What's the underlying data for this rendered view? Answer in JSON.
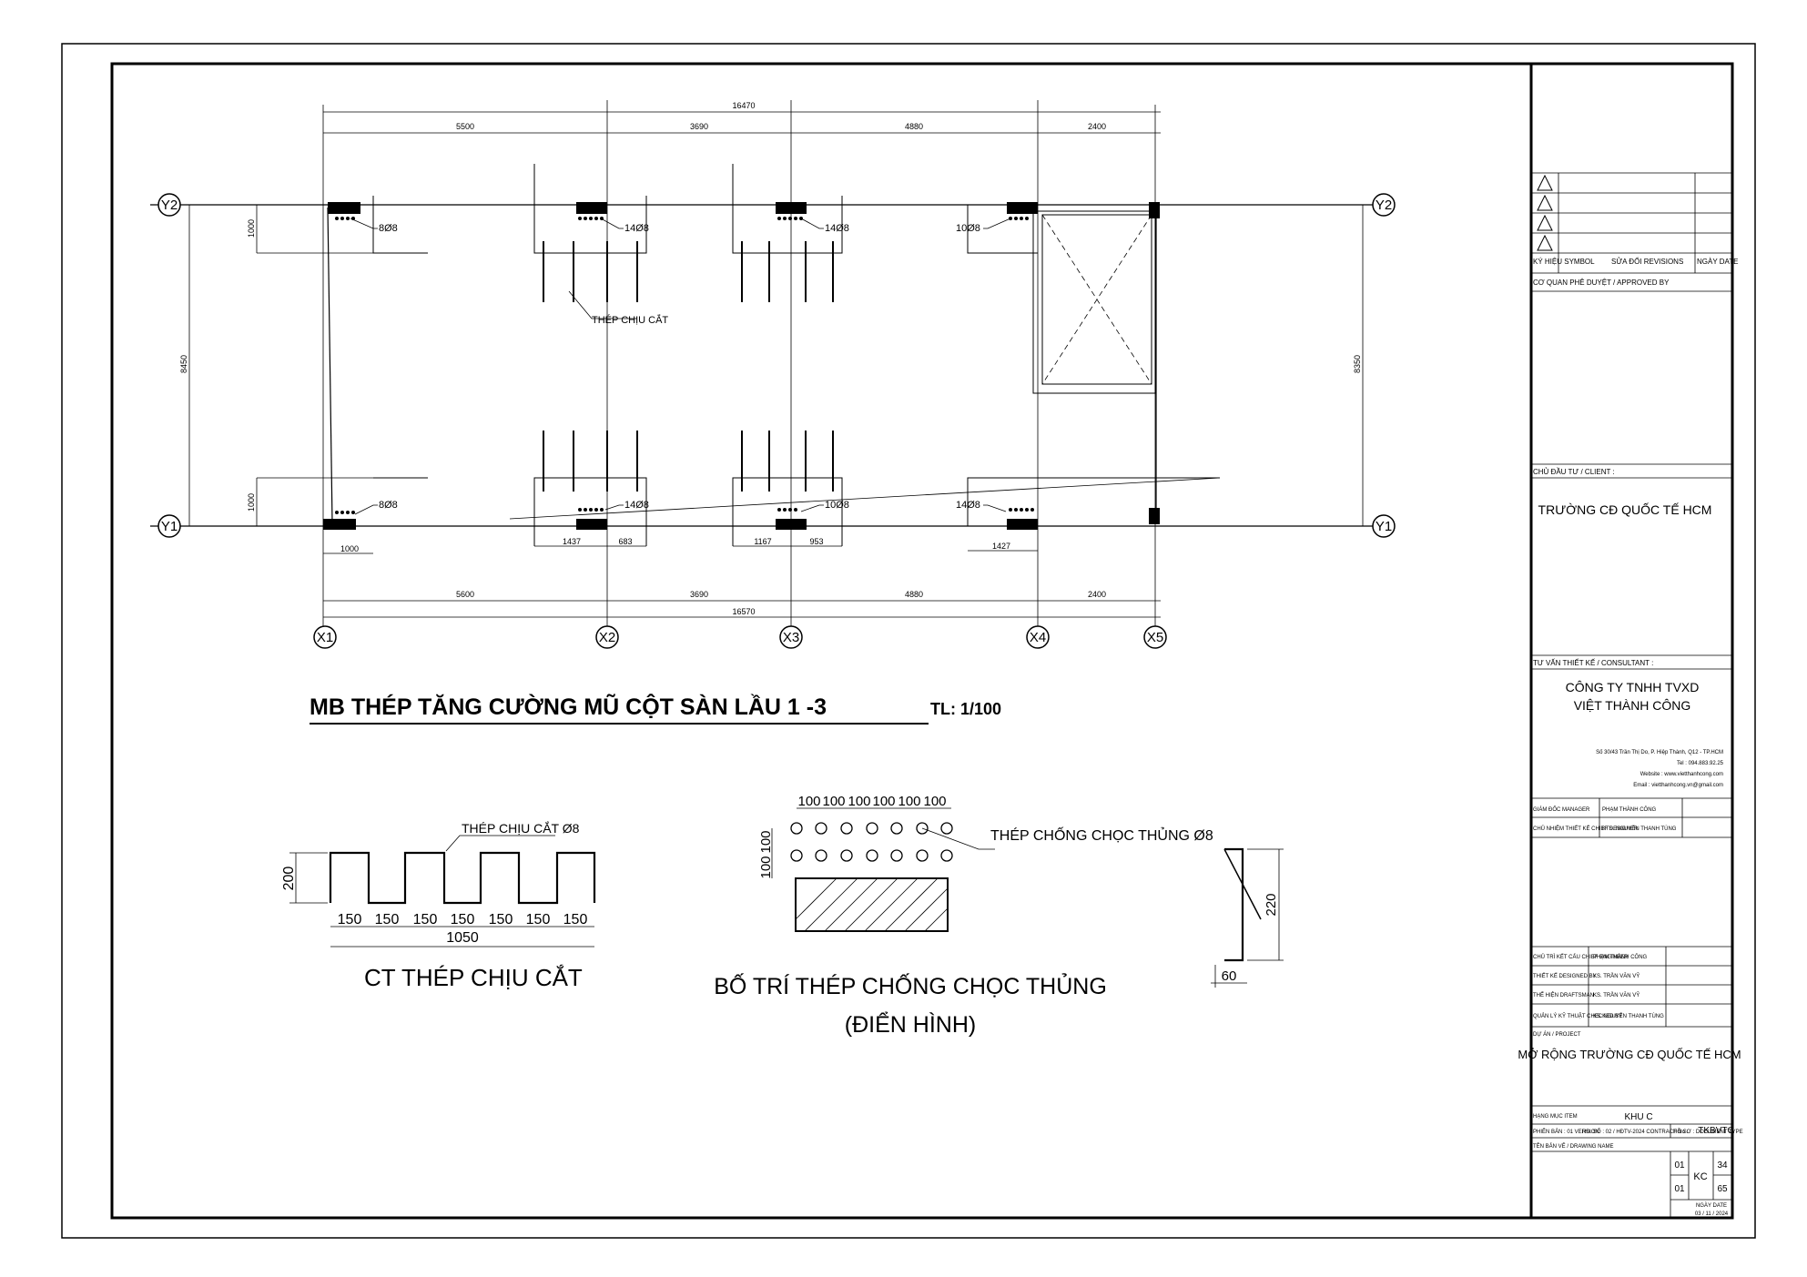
{
  "plan": {
    "title": "MB THÉP TĂNG CƯỜNG MŨ CỘT SÀN LẦU 1 -3",
    "scale": "TL: 1/100",
    "top_total": "16470",
    "top_spans": [
      "5500",
      "3690",
      "4880",
      "2400"
    ],
    "bottom_total": "16570",
    "bottom_spans": [
      "5600",
      "3690",
      "4880",
      "2400"
    ],
    "left_dim": "8450",
    "right_dim": "8350",
    "cap_dims": [
      "1000",
      "1000"
    ],
    "x_axes": [
      "X1",
      "X2",
      "X3",
      "X4",
      "X5"
    ],
    "y_axes": [
      "Y2",
      "Y1"
    ],
    "rebar_top": [
      "8Ø8",
      "14Ø8",
      "14Ø8",
      "10Ø8"
    ],
    "rebar_bottom": [
      "8Ø8",
      "14Ø8",
      "10Ø8",
      "14Ø8"
    ],
    "cap_widths": [
      "1000",
      "1437",
      "683",
      "1167",
      "953",
      "1427"
    ],
    "shear_label": "THÉP CHỊU CẮT"
  },
  "shear_detail": {
    "title": "CT THÉP CHỊU CẮT",
    "label": "THÉP CHỊU CẮT Ø8",
    "height": "200",
    "segments": [
      "150",
      "150",
      "150",
      "150",
      "150",
      "150",
      "150"
    ],
    "total": "1050"
  },
  "punch_detail": {
    "title": "BỐ TRÍ THÉP CHỐNG CHỌC THỦNG",
    "subtitle": "(ĐIỂN HÌNH)",
    "label": "THÉP CHỐNG CHỌC THỦNG Ø8",
    "spacings": [
      "100",
      "100",
      "100",
      "100",
      "100",
      "100"
    ],
    "vspacings": [
      "100",
      "100"
    ],
    "height": "220",
    "width": "60"
  },
  "title_block": {
    "rev_symbol": "KÝ HIỆU SYMBOL",
    "rev_revision": "SỬA ĐỔI REVISIONS",
    "rev_date": "NGÀY DATE",
    "approved_by": "CƠ QUAN PHÊ DUYỆT / APPROVED BY",
    "client_label": "CHỦ ĐẦU TƯ / CLIENT :",
    "client_name": "TRƯỜNG CĐ QUỐC TẾ HCM",
    "consultant_label": "TƯ VẤN THIẾT KẾ / CONSULTANT :",
    "consultant_name1": "CÔNG TY TNHH TVXD",
    "consultant_name2": "VIỆT THÀNH CÔNG",
    "addr1": "Số 30/43 Trần Thị Do, P. Hiệp Thành, Q12 - TP.HCM",
    "addr2": "Tel : 094.883.92.25",
    "addr3": "Website : www.vietthanhcong.com",
    "addr4": "Email : vietthanhcong.vn@gmail.com",
    "manager_label": "GIÁM ĐỐC MANAGER",
    "manager_name": "PHẠM THÀNH CÔNG",
    "chief_designer_label": "CHỦ NHIỆM THIẾT KẾ CHIEF DESIGNER",
    "chief_designer_name": "KTS. NGUYỄN THANH TÙNG",
    "chief_engineer_label": "CHỦ TRÌ KẾT CẤU CHIEF ENGINEER",
    "chief_engineer_name": "PHẠM THÀNH CÔNG",
    "designed_label": "THIẾT KẾ DESIGNED BY",
    "designed_name": "KS. TRẦN VĂN VỸ",
    "drawn_label": "THỂ HIỆN DRAFTSMAN",
    "drawn_name": "KS. TRẦN VĂN VỸ",
    "checked_label": "QUẢN LÝ KỸ THUẬT CHECKED BY",
    "checked_name": "KS. NGUYỄN THANH TÙNG",
    "project_label": "DỰ ÁN / PROJECT",
    "project_name": "MỞ RỘNG TRƯỜNG CĐ QUỐC TẾ HCM",
    "item_label": "HẠNG MỤC ITEM",
    "item_name": "KHU C",
    "version_label": "PHIÊN BẢN : 01 VERSION",
    "contract_label": "HĐ. SỐ : 02 / HĐTV-2024 CONTRACT No :",
    "doc_type_label": "HỒ SƠ : DOCUMENT TYPE",
    "doc_type_value": "TKBVTC",
    "drawing_name_label": "TÊN BẢN VẼ / DRAWING NAME",
    "sheet_a": "01",
    "sheet_b": "01",
    "discipline": "KC",
    "sheet_no": "34",
    "sheet_total": "65",
    "date_label": "NGÀY DATE",
    "date_value": "03 / 11 / 2024"
  }
}
